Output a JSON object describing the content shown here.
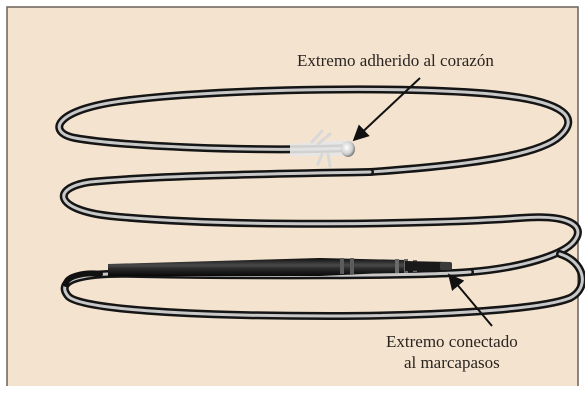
{
  "figure": {
    "background_color": "#f4e4cf",
    "border_color": "#6b6158",
    "wire_color": "#2b2b2b",
    "labels": {
      "heart_end": "Extremo adherido al corazón",
      "pacemaker_end_line1": "Extremo conectado",
      "pacemaker_end_line2": "al marcapasos"
    }
  }
}
